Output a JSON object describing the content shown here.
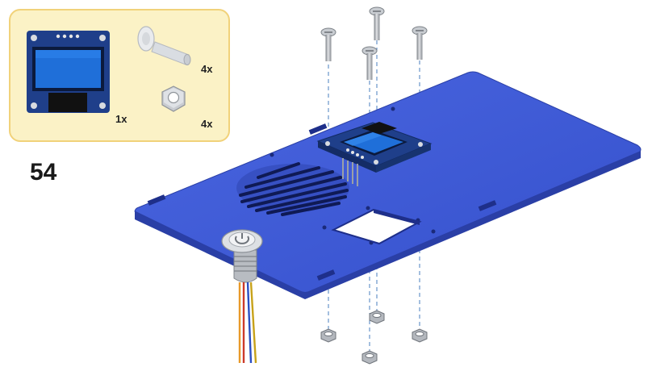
{
  "step_number": "54",
  "parts": [
    {
      "name": "oled-display",
      "quantity": "1x"
    },
    {
      "name": "screw",
      "quantity": "4x"
    },
    {
      "name": "hex-nut",
      "quantity": "4x"
    }
  ],
  "colors": {
    "plate": "#3a57d3",
    "plate_edge": "#2a3fa6",
    "parts_box_bg": "#fbf2c6",
    "parts_box_border": "#f1d27a",
    "pcb": "#1f3f8a",
    "screen": "#1f6fd9",
    "metal": "#a9adb3",
    "guide_line": "#4a7fbf"
  },
  "icons": [
    "oled-display-icon",
    "screw-icon",
    "hex-nut-icon",
    "power-button-icon"
  ]
}
